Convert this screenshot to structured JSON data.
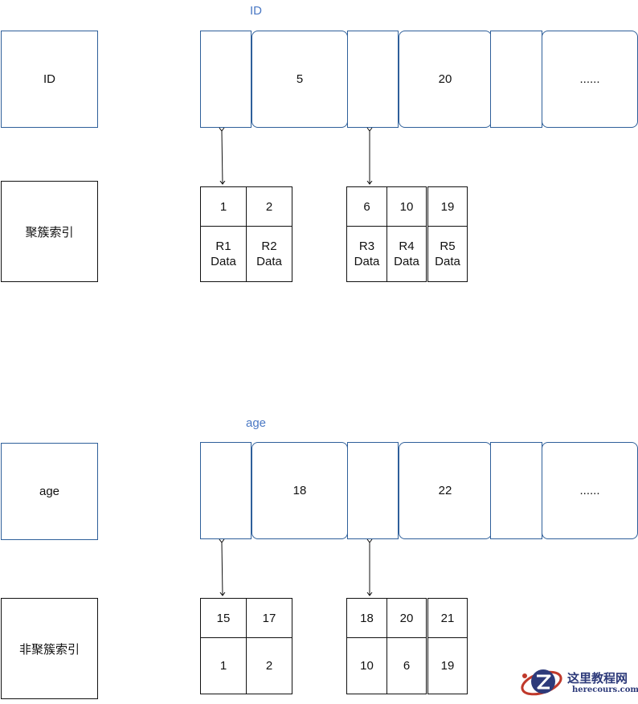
{
  "diagram": {
    "clustered": {
      "title": "ID",
      "side_label": "ID",
      "index_label": "聚簇索引",
      "node_keys": [
        "5",
        "20",
        "......"
      ],
      "leaves": [
        {
          "cells": [
            {
              "key": "1",
              "value": "R1\nData"
            },
            {
              "key": "2",
              "value": "R2\nData"
            }
          ]
        },
        {
          "cells": [
            {
              "key": "6",
              "value": "R3\nData"
            },
            {
              "key": "10",
              "value": "R4\nData"
            },
            {
              "key": "19",
              "value": "R5\nData"
            }
          ]
        }
      ]
    },
    "secondary": {
      "title": "age",
      "side_label": "age",
      "index_label": "非聚簇索引",
      "node_keys": [
        "18",
        "22",
        "......"
      ],
      "leaves": [
        {
          "cells": [
            {
              "key": "15",
              "value": "1"
            },
            {
              "key": "17",
              "value": "2"
            }
          ]
        },
        {
          "cells": [
            {
              "key": "18",
              "value": "10"
            },
            {
              "key": "20",
              "value": "6"
            },
            {
              "key": "21",
              "value": "19"
            }
          ]
        }
      ]
    }
  },
  "watermark": {
    "brand_cn": "这里教程网",
    "brand_en": "herecours.com"
  },
  "colors": {
    "node_border": "#2e5f9a",
    "title_text": "#4a78c4",
    "line": "#111111"
  }
}
